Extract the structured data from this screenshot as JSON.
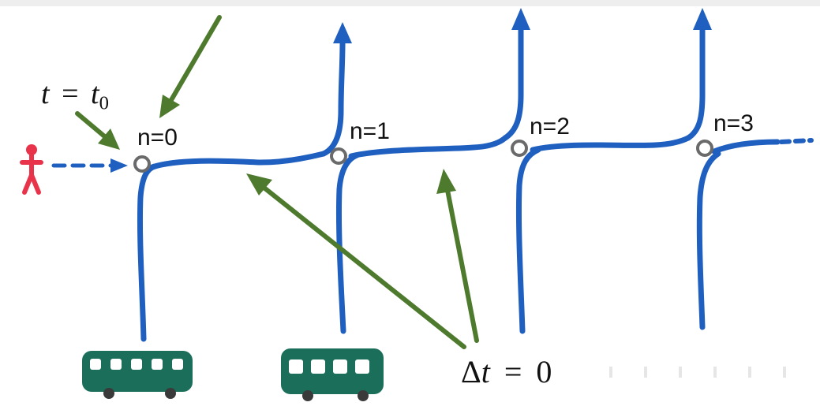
{
  "diagram": {
    "start_label": {
      "lhs": "t",
      "eq": "=",
      "rhs_var": "t",
      "rhs_sub": "0"
    },
    "stop_labels": [
      "n=0",
      "n=1",
      "n=2",
      "n=3"
    ],
    "delta_label": {
      "delta": "Δ",
      "var": "t",
      "eq": "=",
      "value": "0"
    }
  },
  "colors": {
    "route": "#1f5fbf",
    "arrow": "#4e7a2e",
    "person": "#e8334a",
    "bus": "#1b6e5a",
    "stop_ring": "#6a6a6a",
    "label": "#111111"
  },
  "icons": [
    "person-icon",
    "bus-icon",
    "stop-node-icon",
    "arrow-icon"
  ]
}
